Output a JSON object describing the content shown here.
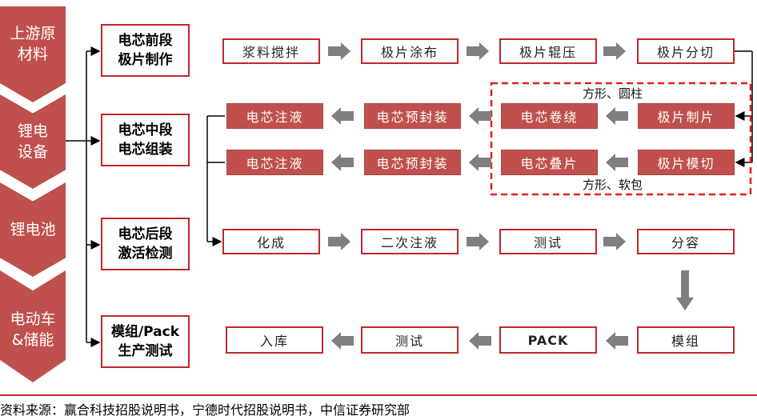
{
  "chain": [
    {
      "label": "上游原\n材料",
      "color": "#c0504d"
    },
    {
      "label": "锂电\n设备",
      "color": "#c0504d"
    },
    {
      "label": "锂电池",
      "color": "#c0504d"
    },
    {
      "label": "电动车\n&储能",
      "color": "#c0504d"
    }
  ],
  "stages": [
    {
      "line1": "电芯前段",
      "line2": "极片制作"
    },
    {
      "line1": "电芯中段",
      "line2": "电芯组装"
    },
    {
      "line1": "电芯后段",
      "line2": "激活检测"
    },
    {
      "line1": "模组/Pack",
      "line2": "生产测试"
    }
  ],
  "row1": [
    "浆料搅拌",
    "极片涂布",
    "极片辊压",
    "极片分切"
  ],
  "row2a": [
    "电芯注液",
    "电芯预封装",
    "电芯卷绕",
    "极片制片"
  ],
  "row2b": [
    "电芯注液",
    "电芯预封装",
    "电芯叠片",
    "极片模切"
  ],
  "row3": [
    "化成",
    "二次注液",
    "测试",
    "分容"
  ],
  "row4": [
    "入库",
    "测试",
    "PACK",
    "模组"
  ],
  "notes": {
    "top": "方形、圆柱",
    "bottom": "方形、软包"
  },
  "source": "资料来源：赢合科技招股说明书，宁德时代招股说明书，中信证券研究部",
  "colors": {
    "accent": "#c0272d",
    "fill": "#c0504d",
    "arrow": "#7f7f7f",
    "dash": "#e0201b"
  }
}
